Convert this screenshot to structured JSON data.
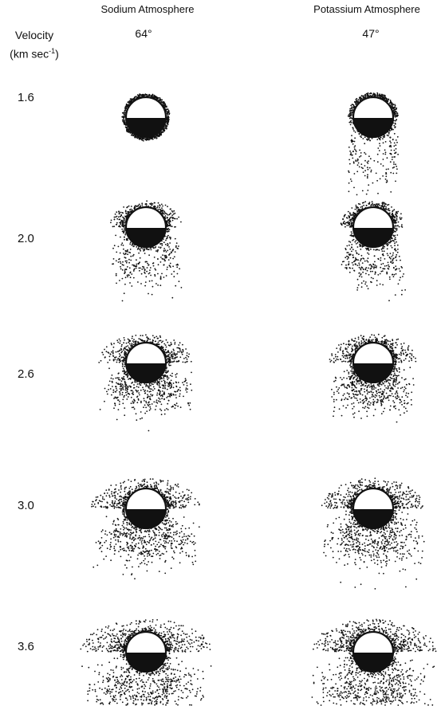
{
  "headers": {
    "sodium_title": "Sodium Atmosphere",
    "potassium_title": "Potassium Atmosphere",
    "sodium_angle": "64°",
    "potassium_angle": "47°",
    "velocity_label": "Velocity",
    "velocity_unit_prefix": "(km sec",
    "velocity_unit_exp": "-1",
    "velocity_unit_suffix": ")"
  },
  "velocities": [
    {
      "label": "1.6",
      "value": 1.6
    },
    {
      "label": "2.0",
      "value": 2.0
    },
    {
      "label": "2.6",
      "value": 2.6
    },
    {
      "label": "3.0",
      "value": 3.0
    },
    {
      "label": "3.6",
      "value": 3.6
    }
  ],
  "columns": [
    {
      "name": "sodium",
      "angle_deg": 64
    },
    {
      "name": "potassium",
      "angle_deg": 47
    }
  ],
  "colors": {
    "ink": "#111111",
    "paper": "#ffffff"
  }
}
